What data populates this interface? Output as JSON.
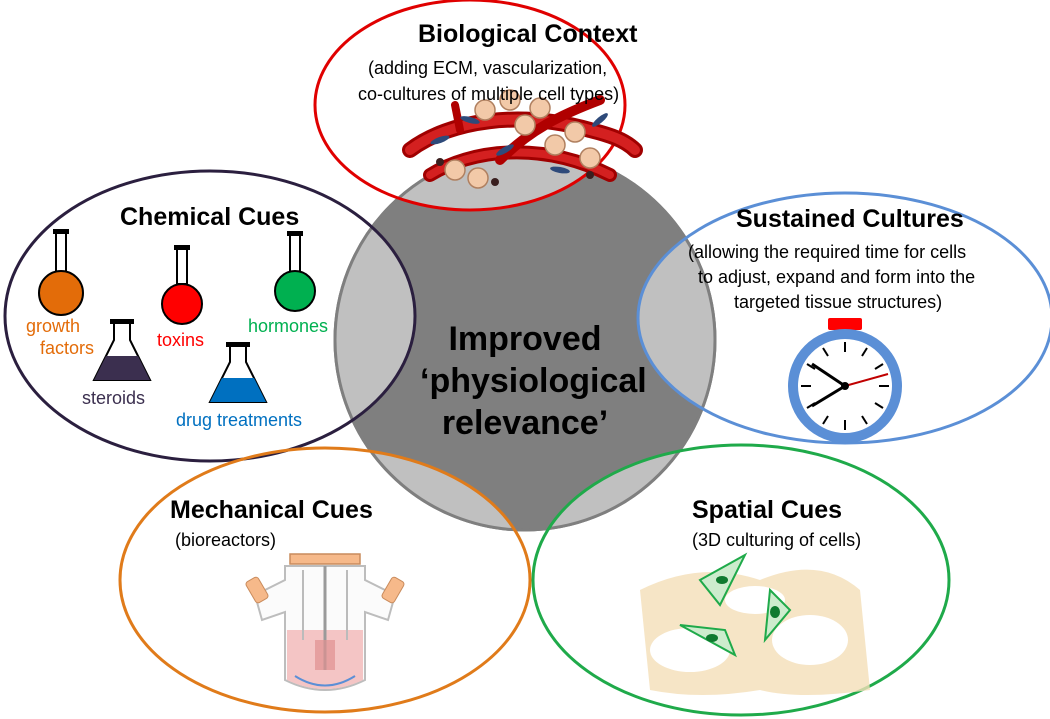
{
  "center": {
    "lines": [
      "Improved",
      "‘physiological",
      "relevance’"
    ]
  },
  "biological_context": {
    "title": "Biological Context",
    "subtitle_lines": [
      "(adding ECM, vascularization,",
      "co-cultures of multiple cell types)"
    ]
  },
  "chemical_cues": {
    "title": "Chemical Cues",
    "labels": {
      "growth": [
        "growth",
        "factors"
      ],
      "toxins": "toxins",
      "hormones": "hormones",
      "steroids": "steroids",
      "drug": "drug treatments"
    },
    "colors": {
      "growth": "#e36c09",
      "toxins": "#ff0000",
      "hormones": "#00b050",
      "steroids": "#3b2f4f",
      "drug": "#0070c0"
    }
  },
  "sustained_cultures": {
    "title": "Sustained Cultures",
    "subtitle_lines": [
      "(allowing the required time for cells",
      "to adjust, expand and form into the",
      "targeted tissue  structures)"
    ]
  },
  "mechanical_cues": {
    "title": "Mechanical Cues",
    "subtitle": "(bioreactors)"
  },
  "spatial_cues": {
    "title": "Spatial Cues",
    "subtitle": "(3D culturing of cells)"
  },
  "colors": {
    "biological_ring": "#e00000",
    "chemical_ring": "#2b1f3f",
    "sustained_ring": "#5b8fd6",
    "mechanical_ring": "#e07b1a",
    "spatial_ring": "#1faa4a",
    "center_fill": "#c0c0c0",
    "center_overlap": "#7f7f7f"
  }
}
